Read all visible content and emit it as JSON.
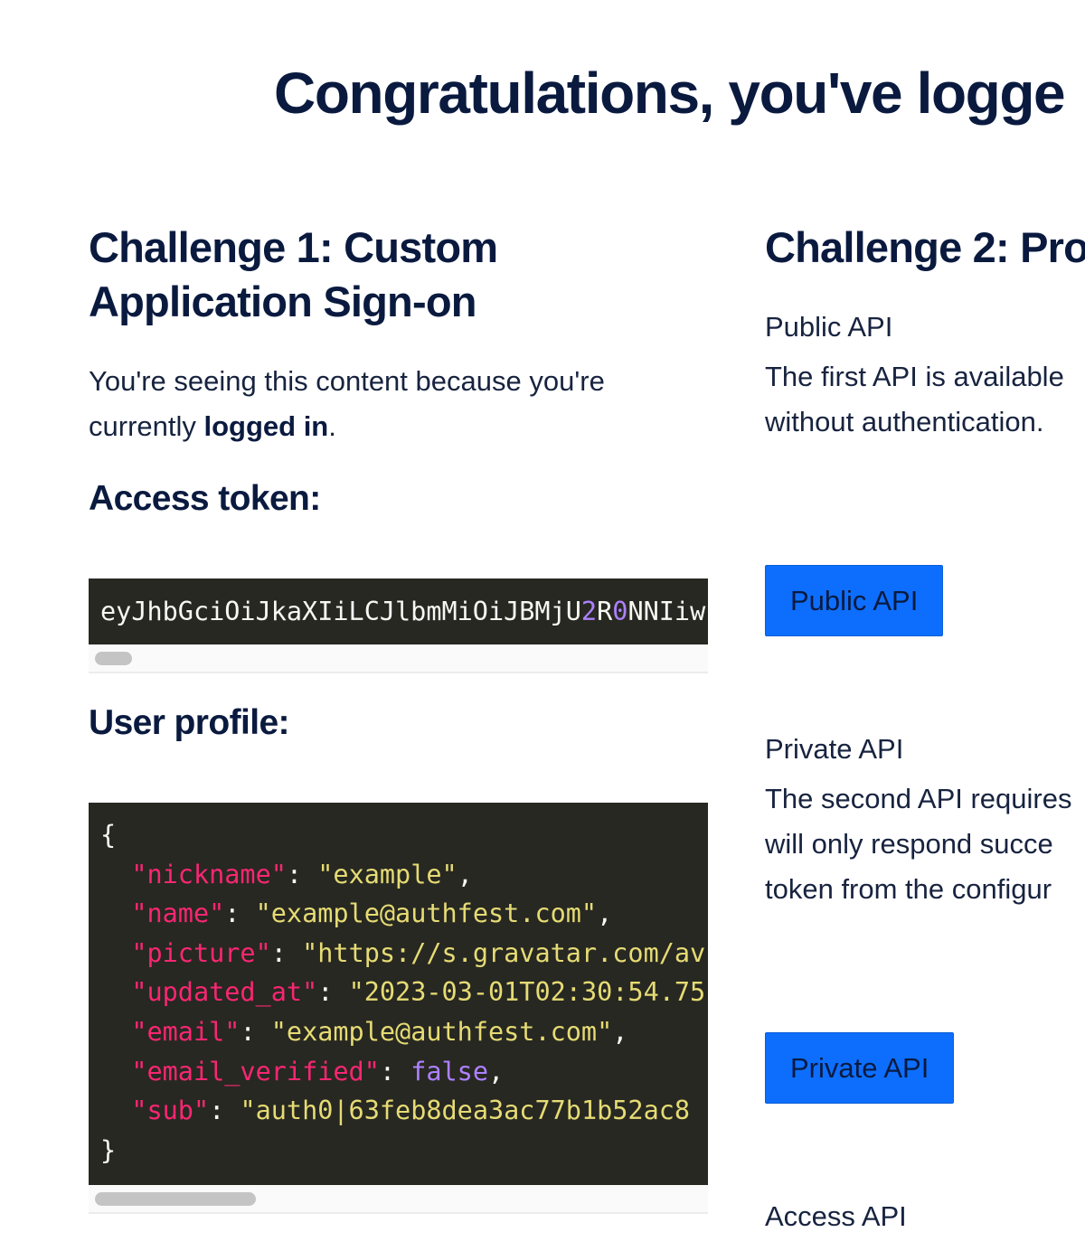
{
  "page": {
    "title": "Congratulations, you've logge"
  },
  "challenge1": {
    "heading_line1": "Challenge 1: Custom",
    "heading_line2": "Application Sign-on",
    "intro_line1": "You're seeing this content because you're",
    "intro_prefix": "currently ",
    "intro_bold": "logged in",
    "intro_suffix": ".",
    "token_heading": "Access token:",
    "token_prefix": "eyJhbGciOiJkaXIiLCJlbmMiOiJBMjU",
    "token_highlight1": "2",
    "token_mid": "R",
    "token_highlight2": "0",
    "token_suffix": "NNIiw",
    "profile_heading": "User profile:",
    "profile": {
      "open": "{",
      "close": "}",
      "rows": [
        {
          "key": "\"nickname\"",
          "value": "\"example\"",
          "kind": "string",
          "comma": ","
        },
        {
          "key": "\"name\"",
          "value": "\"example@authfest.com\"",
          "kind": "string",
          "comma": ","
        },
        {
          "key": "\"picture\"",
          "value": "\"https://s.gravatar.com/av",
          "kind": "string",
          "comma": ""
        },
        {
          "key": "\"updated_at\"",
          "value": "\"2023-03-01T02:30:54.75",
          "kind": "string",
          "comma": ""
        },
        {
          "key": "\"email\"",
          "value": "\"example@authfest.com\"",
          "kind": "string",
          "comma": ","
        },
        {
          "key": "\"email_verified\"",
          "value": "false",
          "kind": "bool",
          "comma": ","
        },
        {
          "key": "\"sub\"",
          "value": "\"auth0|63feb8dea3ac77b1b52ac8",
          "kind": "string",
          "comma": ""
        }
      ]
    }
  },
  "challenge2": {
    "heading": "Challenge 2: Pro",
    "public_label": "Public API",
    "public_line1": "The first API is available",
    "public_line2": "without authentication.",
    "public_button": "Public API",
    "private_label": "Private API",
    "private_line1": "The second API requires",
    "private_line2": "will only respond succe",
    "private_line3": "token from the configur",
    "private_button": "Private API",
    "access_label": "Access API"
  },
  "colors": {
    "button_bg": "#0d6efd",
    "code_bg": "#272822",
    "json_key": "#f92672",
    "json_string": "#e6db74",
    "json_bool": "#ae81ff"
  }
}
